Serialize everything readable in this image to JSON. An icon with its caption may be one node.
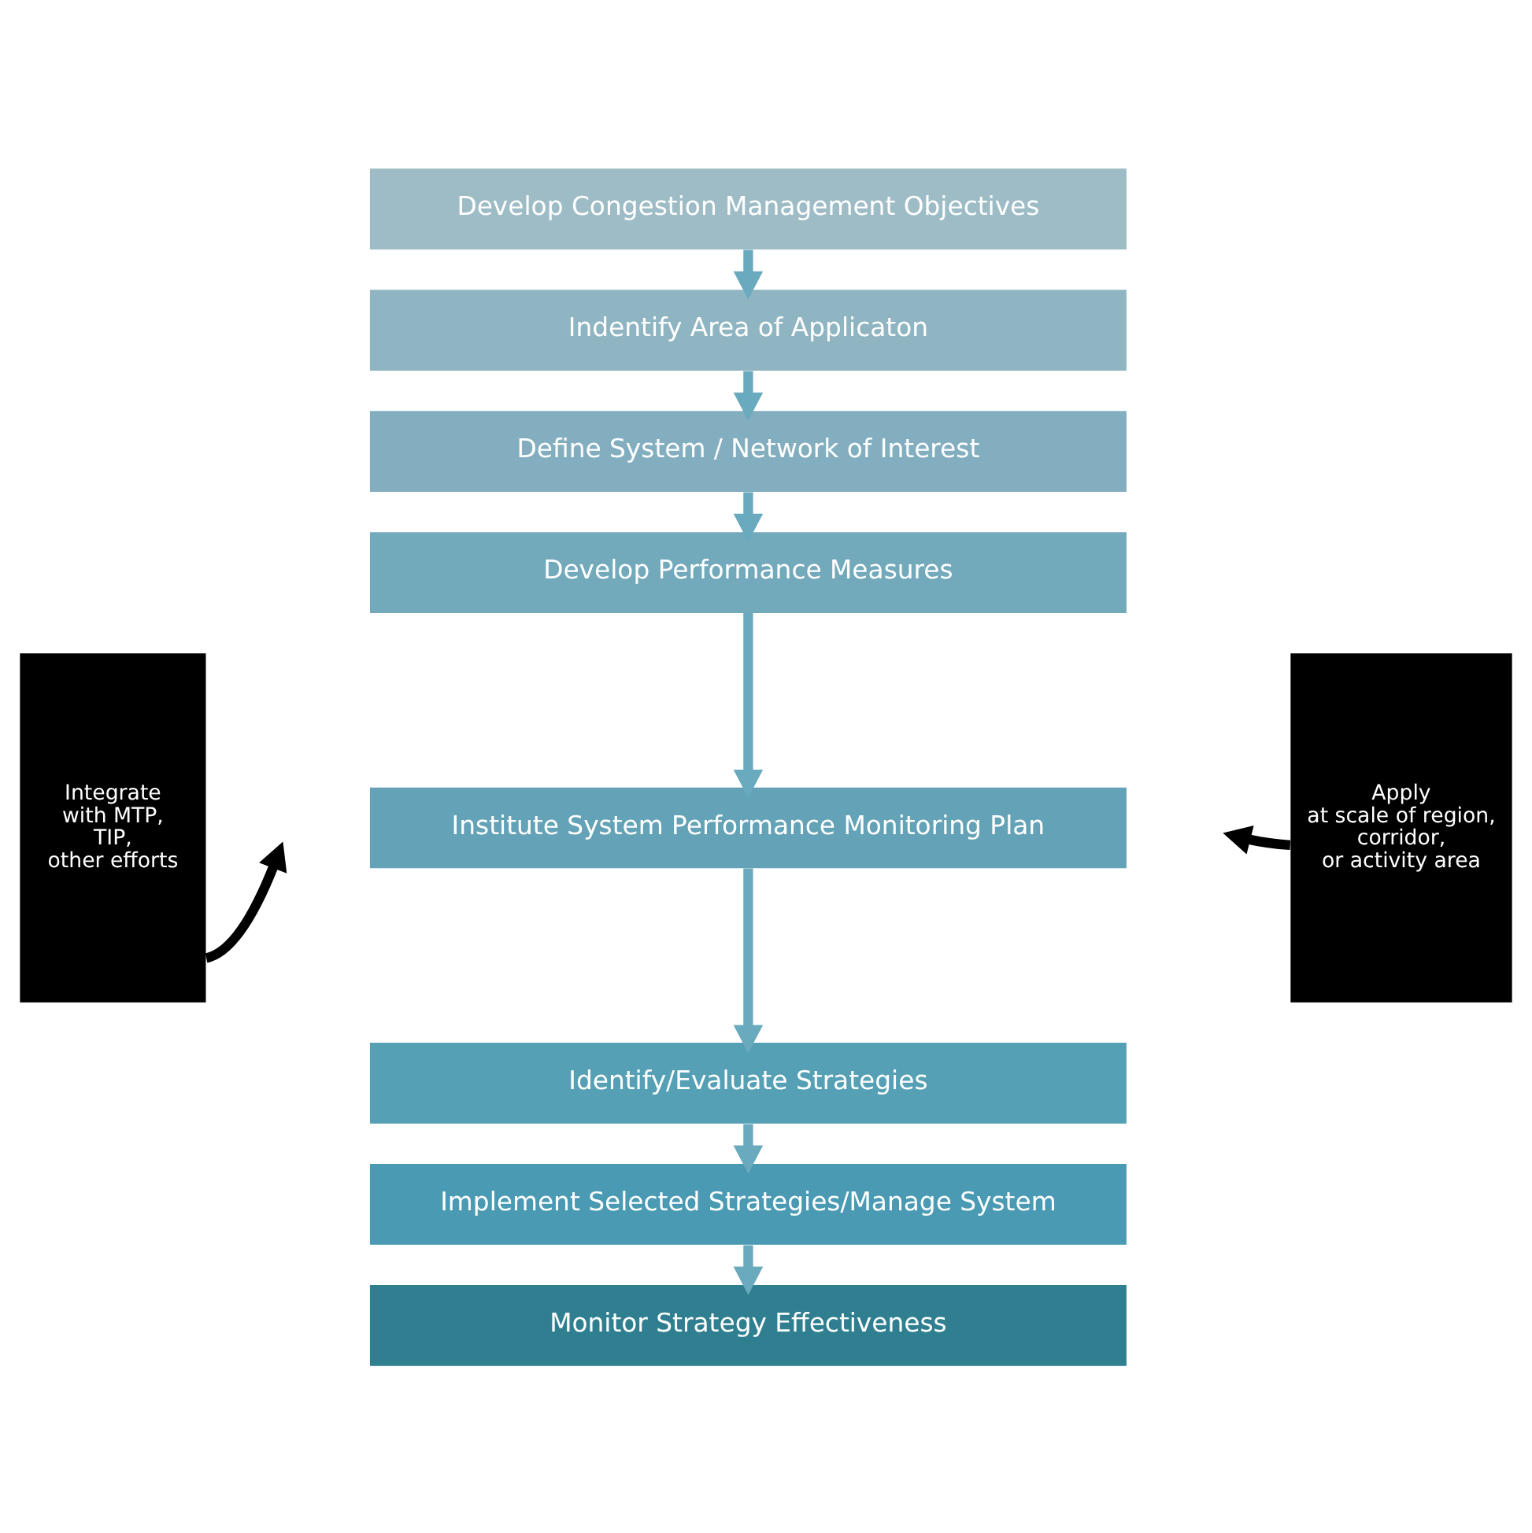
{
  "diagram": {
    "nodes": [
      {
        "text": [
          "Develop Congestion Management Objectives"
        ]
      },
      {
        "text": [
          "Indentify Area of Applicaton"
        ]
      },
      {
        "text": [
          "Define System / Network of Interest"
        ]
      },
      {
        "text": [
          "Develop Performance Measures"
        ]
      },
      {
        "text": [
          "Institute System Performance Monitoring Plan"
        ]
      },
      {
        "text": [
          "Identify/Evaluate Strategies"
        ]
      },
      {
        "text": [
          "Implement Selected Strategies/Manage System"
        ]
      },
      {
        "text": [
          "Monitor Strategy Effectiveness"
        ]
      },
      {
        "text": [
          "Integrate with MTP, TIP, other efforts"
        ]
      },
      {
        "text": [
          "Apply at scale of region, corridor, or activity area"
        ]
      }
    ],
    "edges": [
      {
        "from": 0,
        "to": 1,
        "arrow": "to"
      },
      {
        "from": 1,
        "to": 2,
        "arrow": "to"
      },
      {
        "from": 2,
        "to": 3,
        "arrow": "to"
      },
      {
        "from": 3,
        "to": 4,
        "arrow": "to"
      },
      {
        "from": 4,
        "to": 5,
        "arrow": "to"
      },
      {
        "from": 5,
        "to": 6,
        "arrow": "to"
      },
      {
        "from": 6,
        "to": 7,
        "arrow": "to"
      },
      {
        "from": 8,
        "to": null,
        "arrow": "to",
        "color": "#000000"
      },
      {
        "from": 9,
        "to": null,
        "arrow": "to",
        "color": "#000000"
      }
    ]
  }
}
